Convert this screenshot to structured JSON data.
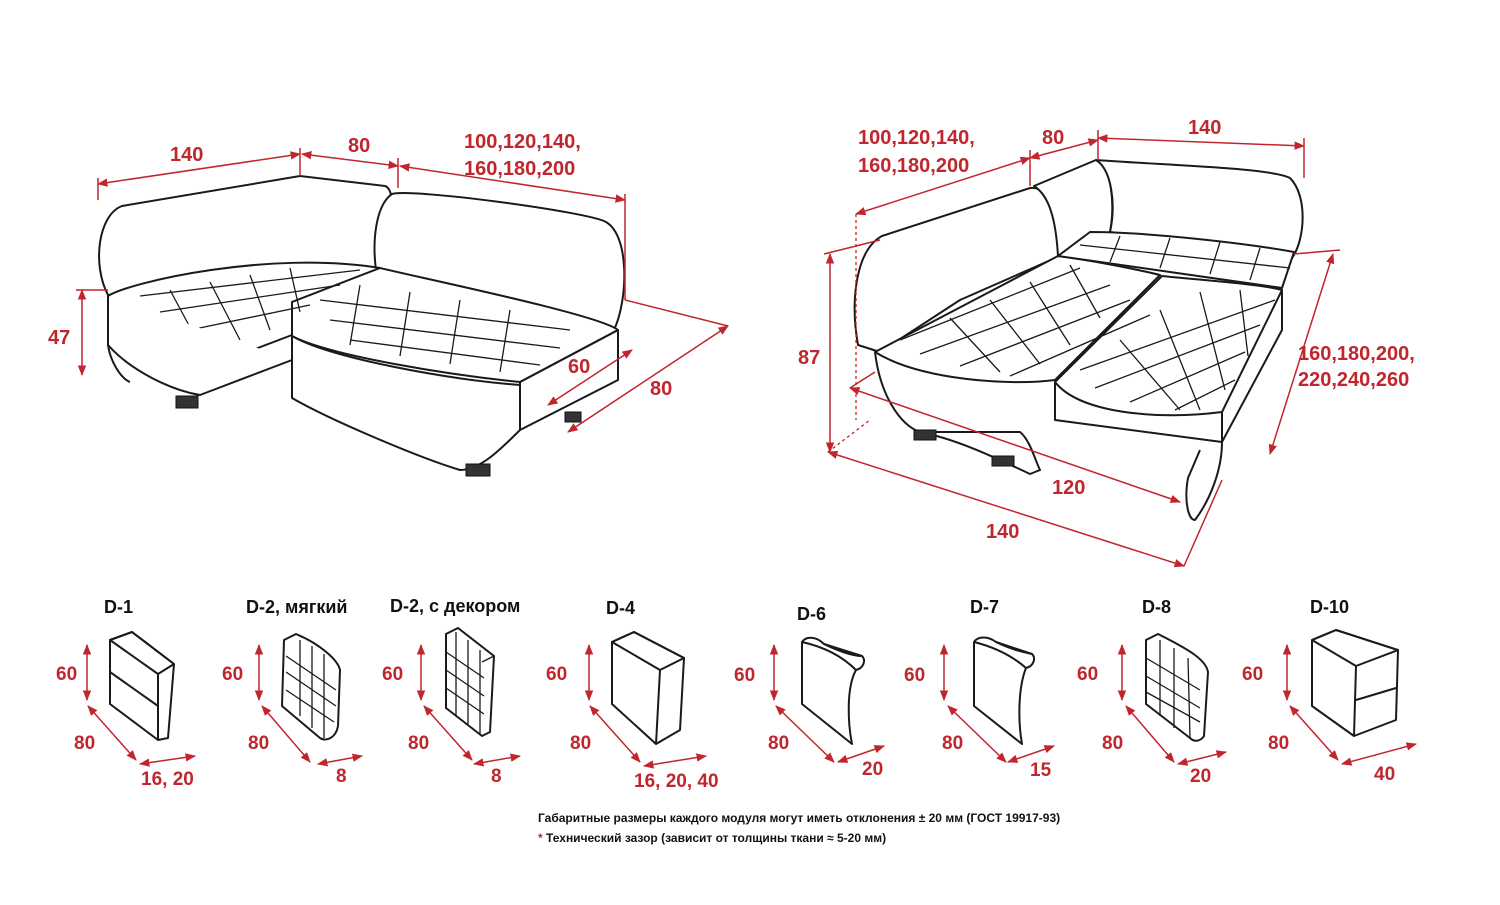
{
  "left_sofa": {
    "dims": [
      "140",
      "80",
      "100,120,140,",
      "160,180,200",
      "47",
      "60",
      "80"
    ]
  },
  "right_sofa": {
    "dims": [
      "100,120,140,",
      "160,180,200",
      "80",
      "140",
      "87",
      "160,180,200,",
      "220,240,260",
      "120",
      "140"
    ]
  },
  "modules": [
    {
      "title": "D-1",
      "height": "60",
      "depth": "80",
      "width": "16, 20"
    },
    {
      "title": "D-2, мягкий",
      "height": "60",
      "depth": "80",
      "width": "8"
    },
    {
      "title": "D-2, с декором",
      "height": "60",
      "depth": "80",
      "width": "8"
    },
    {
      "title": "D-4",
      "height": "60",
      "depth": "80",
      "width": "16, 20, 40"
    },
    {
      "title": "D-6",
      "height": "60",
      "depth": "80",
      "width": "20"
    },
    {
      "title": "D-7",
      "height": "60",
      "depth": "80",
      "width": "15"
    },
    {
      "title": "D-8",
      "height": "60",
      "depth": "80",
      "width": "20"
    },
    {
      "title": "D-10",
      "height": "60",
      "depth": "80",
      "width": "40"
    }
  ],
  "notes": {
    "line1": "Габаритные размеры каждого модуля могут иметь отклонения ± 20 мм (ГОСТ 19917-93)",
    "star": "*",
    "line2": "Технический зазор (зависит от толщины ткани ≈ 5-20 мм)"
  },
  "colors": {
    "dimension": "#c0262d",
    "outline": "#1a1a1a"
  }
}
